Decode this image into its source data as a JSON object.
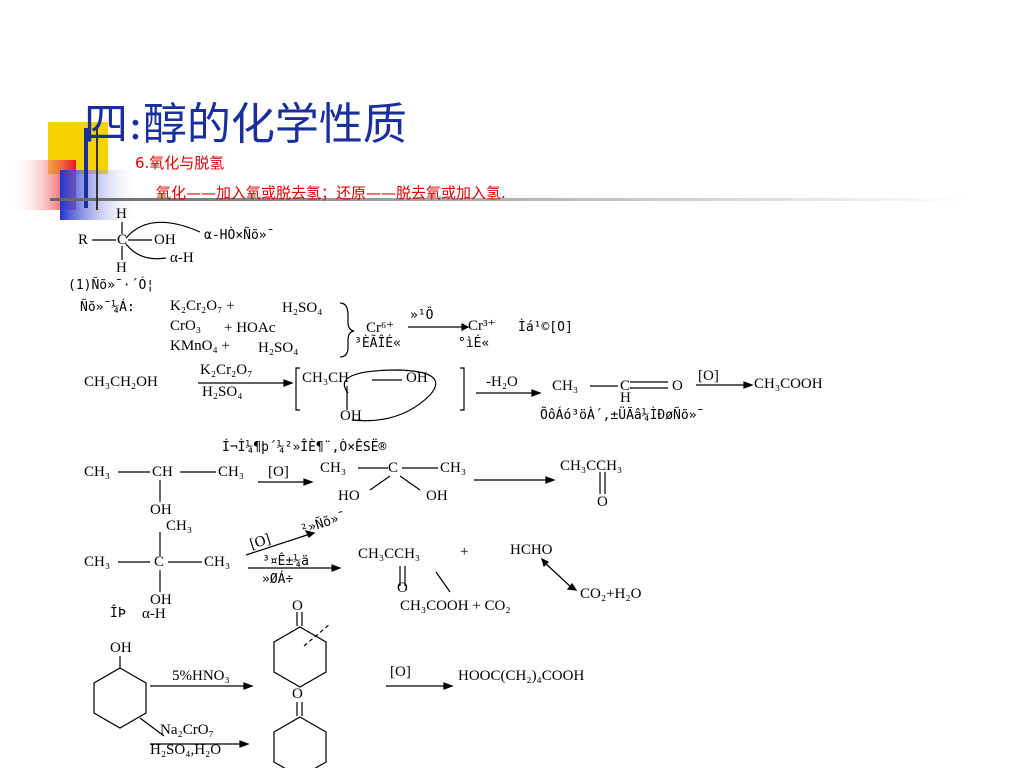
{
  "title": "四:醇的化学性质",
  "subtitle": "6.氧化与脱氢",
  "definition": "氧化——加入氧或脱去氢；还原——脱去氧或加入氢.",
  "colors": {
    "title": "#1a2f9e",
    "subtitle": "#e00000",
    "deco_yellow": "#f5d300",
    "deco_blue": "#2233cc",
    "deco_red": "#e8141c"
  },
  "s1": {
    "h_top": "H",
    "r": "R",
    "c": "C",
    "oh": "OH",
    "h_bot": "H",
    "alpha_note": "α-HÒ×Ñõ»¯",
    "alpha_h": "α-H"
  },
  "s2": {
    "header": "(1)Ñõ»¯·´Ó¦",
    "agent_label": "Ñõ»¯¼Á:",
    "r1a": "K₂Cr₂O₇ +",
    "r1b": "H₂SO₄",
    "r2a": "CrO₃",
    "r2b": "+  HOAc",
    "r3a": "KMnO₄ +",
    "r3b": "H₂SO₄",
    "color1": "³ÈÃÎÉ«",
    "cr6": "Cr⁶⁺",
    "arrow_label": "»¹Ô­",
    "cr3": "Cr³⁺",
    "color2": "°ìÉ«",
    "note": "Ìá¹©[O]"
  },
  "s3": {
    "reactant": "CH₃CH₂OH",
    "reagent_top": "K₂Cr₂O₇",
    "reagent_bot": "H₂SO₄",
    "inter_left": "CH₃CH",
    "inter_oh": "OH",
    "inter_oh2": "OH",
    "loss": "-H₂O",
    "ald_ch3": "CH₃",
    "ald_c": "C",
    "ald_o": "O",
    "ald_h": "H",
    "ox": "[O]",
    "acid": "CH₃COOH",
    "note": "ÕôÁó³öÀ´,±ÜÃâ¼ÌÐøÑõ»¯"
  },
  "s4": {
    "header": "Í¬Ì¼¶þ´¼²»ÎÈ¶¨,Ò×ÊSË®",
    "ch3a": "CH₃",
    "ch": "CH",
    "ch3b": "CH₃",
    "oh": "OH",
    "ox": "[O]",
    "i_ch3a": "CH₃",
    "i_c": "C",
    "i_ch3b": "CH₃",
    "i_ho": "HO",
    "i_oh": "OH",
    "ketone": "CH₃CCH₃",
    "o": "O"
  },
  "s5": {
    "ch3top": "CH₃",
    "ch3l": "CH₃",
    "c": "C",
    "ch3r": "CH₃",
    "oh": "OH",
    "ox": "[O]",
    "note1": "²»Ñõ»¯",
    "note2": "³¤Ê±¼ä",
    "note3": "»ØÁ÷",
    "no_alpha": "ÎÞ",
    "alpha_h": "α-H",
    "ketone": "CH₃CCH₃",
    "plus1": "+",
    "hcho": "HCHO",
    "o": "O",
    "acid": "CH₃COOH + CO₂",
    "final": "CO₂+H₂O"
  },
  "s6": {
    "oh": "OH",
    "reagent1": "5%HNO₃",
    "o1": "O",
    "ox": "[O]",
    "product": "HOOC(CH₂)₄COOH",
    "reagent2a": "Na₂CrO₇",
    "reagent2b": "H₂SO₄,H₂O",
    "o2": "O"
  }
}
